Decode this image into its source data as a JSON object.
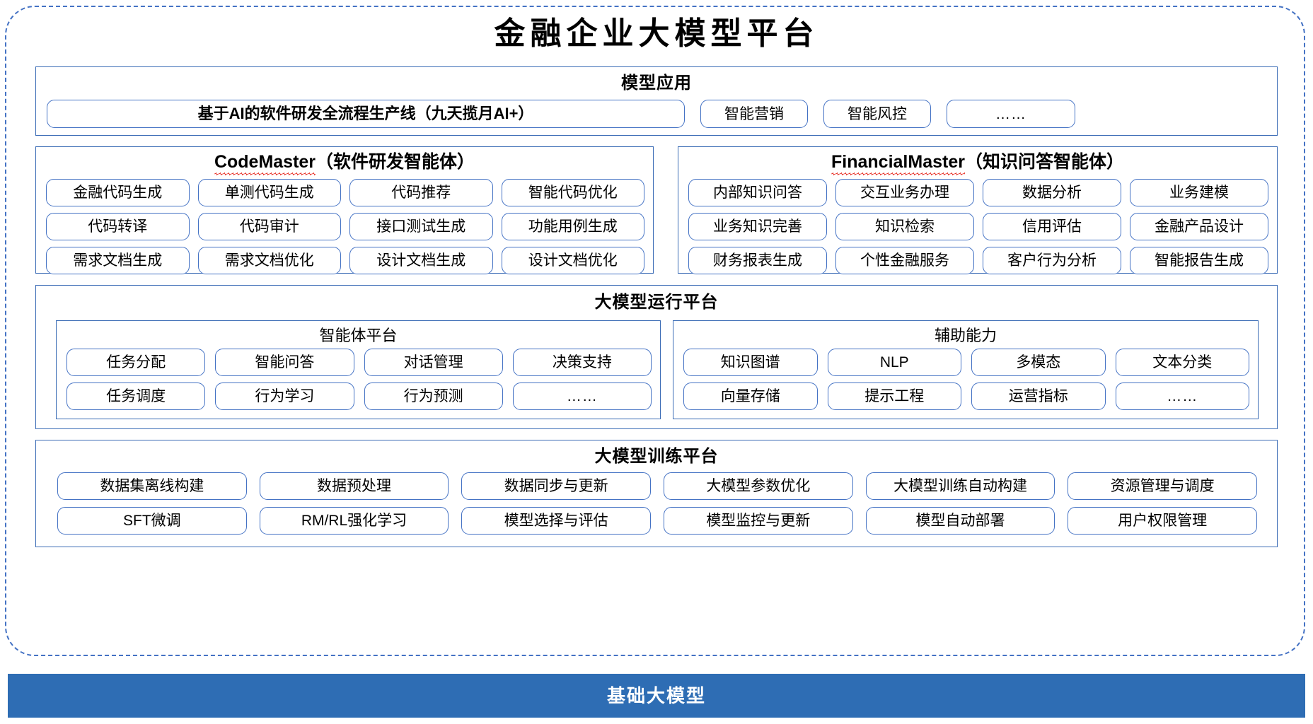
{
  "page": {
    "title": "金融企业大模型平台",
    "accent_blue": "#4472C4",
    "panel_border": "#3A6BB5",
    "base_bar_color": "#2E6DB4",
    "spellcheck_underline_color": "#E8342A"
  },
  "model_application": {
    "title": "模型应用",
    "items": [
      "基于AI的软件研发全流程生产线（九天揽月AI+）",
      "智能营销",
      "智能风控",
      "……"
    ]
  },
  "agents": {
    "code_master": {
      "name": "CodeMaster",
      "suffix": "（软件研发智能体）",
      "items": [
        "金融代码生成",
        "单测代码生成",
        "代码推荐",
        "智能代码优化",
        "代码转译",
        "代码审计",
        "接口测试生成",
        "功能用例生成",
        "需求文档生成",
        "需求文档优化",
        "设计文档生成",
        "设计文档优化"
      ]
    },
    "financial_master": {
      "name": "FinancialMaster",
      "suffix": "（知识问答智能体）",
      "items": [
        "内部知识问答",
        "交互业务办理",
        "数据分析",
        "业务建模",
        "业务知识完善",
        "知识检索",
        "信用评估",
        "金融产品设计",
        "财务报表生成",
        "个性金融服务",
        "客户行为分析",
        "智能报告生成"
      ]
    }
  },
  "runtime_platform": {
    "title": "大模型运行平台",
    "agent_platform": {
      "title": "智能体平台",
      "items": [
        "任务分配",
        "智能问答",
        "对话管理",
        "决策支持",
        "任务调度",
        "行为学习",
        "行为预测",
        "……"
      ]
    },
    "assist_capability": {
      "title": "辅助能力",
      "items": [
        "知识图谱",
        "NLP",
        "多模态",
        "文本分类",
        "向量存储",
        "提示工程",
        "运营指标",
        "……"
      ]
    }
  },
  "training_platform": {
    "title": "大模型训练平台",
    "items": [
      "数据集离线构建",
      "数据预处理",
      "数据同步与更新",
      "大模型参数优化",
      "大模型训练自动构建",
      "资源管理与调度",
      "SFT微调",
      "RM/RL强化学习",
      "模型选择与评估",
      "模型监控与更新",
      "模型自动部署",
      "用户权限管理"
    ]
  },
  "base_model": {
    "label": "基础大模型"
  }
}
